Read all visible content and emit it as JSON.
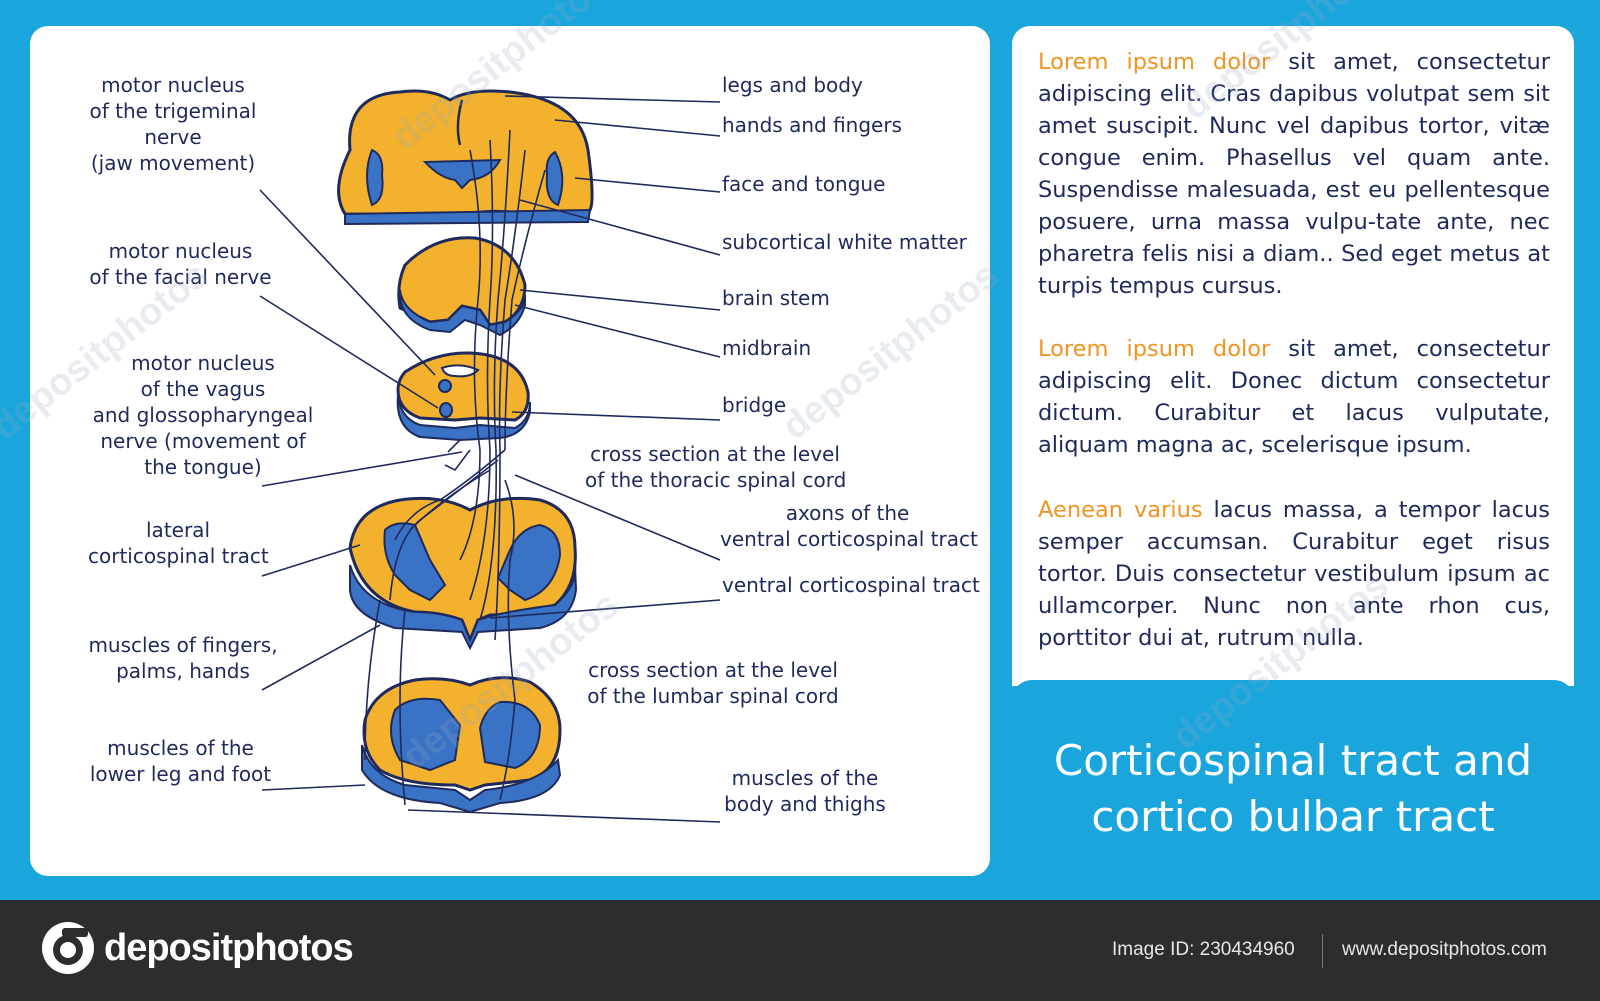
{
  "labels": {
    "trigeminal": [
      "motor nucleus",
      "of the trigeminal",
      "nerve",
      "(jaw movement)"
    ],
    "facial": [
      "motor nucleus",
      "of the facial nerve"
    ],
    "vagus": [
      "motor nucleus",
      "of the vagus",
      "and glossopharyngeal",
      "nerve (movement of",
      "the tongue)"
    ],
    "lateral": [
      "lateral",
      "corticospinal tract"
    ],
    "fingers": [
      "muscles of fingers,",
      "palms, hands"
    ],
    "lower_leg": [
      "muscles of the",
      "lower leg and foot"
    ],
    "legs_body": "legs and body",
    "hands_fingers": "hands and fingers",
    "face_tongue": "face and tongue",
    "subcortical": "subcortical white matter",
    "brain_stem": "brain stem",
    "midbrain": "midbrain",
    "bridge": "bridge",
    "thoracic": [
      "cross section at the level",
      "of the thoracic spinal cord"
    ],
    "axons_ventral": [
      "axons of the",
      "ventral corticospinal tract"
    ],
    "ventral": "ventral corticospinal tract",
    "lumbar": [
      "cross section at the level",
      "of the lumbar spinal cord"
    ],
    "body_thighs": [
      "muscles of the",
      "body and thighs"
    ]
  },
  "paragraphs": [
    {
      "highlight": "Lorem ipsum dolor",
      "text": " sit amet, consectetur adipiscing elit. Cras dapibus volutpat sem sit amet suscipit. Nunc vel dapibus tortor, vitæ congue enim. Phasellus vel quam ante. Suspendisse malesuada, est eu pellentesque posuere, urna massa vulpu-tate ante, nec pharetra felis nisi a diam.. Sed eget metus at turpis tempus cursus."
    },
    {
      "highlight": " Lorem ipsum dolor",
      "text": " sit amet, consectetur adipiscing elit. Donec dictum consectetur dictum. Curabitur et lacus vulputate, aliquam magna ac, scelerisque ipsum."
    },
    {
      "highlight": "Aenean varius",
      "text": " lacus massa, a tempor lacus semper accumsan. Curabitur eget risus tortor. Duis consectetur vestibulum ipsum ac ullamcorper. Nunc non ante rhon cus, porttitor dui at, rutrum nulla."
    }
  ],
  "title": [
    "Corticospinal tract and",
    "cortico bulbar tract"
  ],
  "footer": {
    "brand": "depositphotos",
    "image_id": "Image ID: 230434960",
    "site": "www.depositphotos.com"
  },
  "watermark": "depositphotos",
  "colors": {
    "background": "#1aa6dc",
    "tissue": "#f3b12d",
    "grey_matter": "#3a72c6",
    "ink": "#1f2a5c",
    "highlight": "#f2931f"
  }
}
